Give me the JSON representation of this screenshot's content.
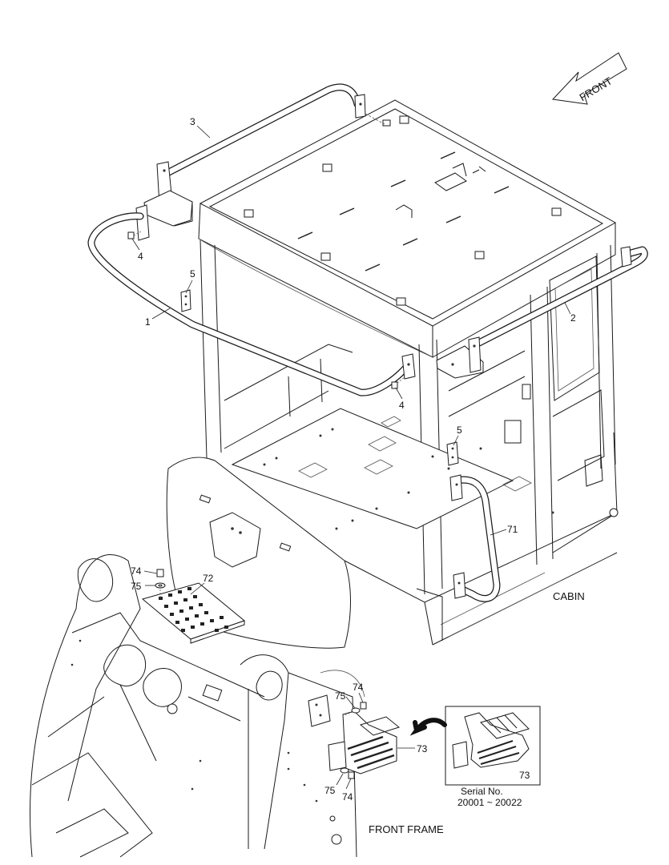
{
  "front_arrow_label": "FRONT",
  "labels": {
    "cabin": "CABIN",
    "front_frame": "FRONT FRAME"
  },
  "inset": {
    "serial_label": "Serial No.",
    "serial_range": "20001 ~ 20022",
    "part": "73"
  },
  "callouts": {
    "p3": "3",
    "p4a": "4",
    "p5a": "5",
    "p1": "1",
    "p2": "2",
    "p4b": "4",
    "p5b": "5",
    "p71": "71",
    "p74a": "74",
    "p75a": "75",
    "p72": "72",
    "p75b": "75",
    "p74b": "74",
    "p73": "73",
    "p75c": "75",
    "p74c": "74"
  }
}
